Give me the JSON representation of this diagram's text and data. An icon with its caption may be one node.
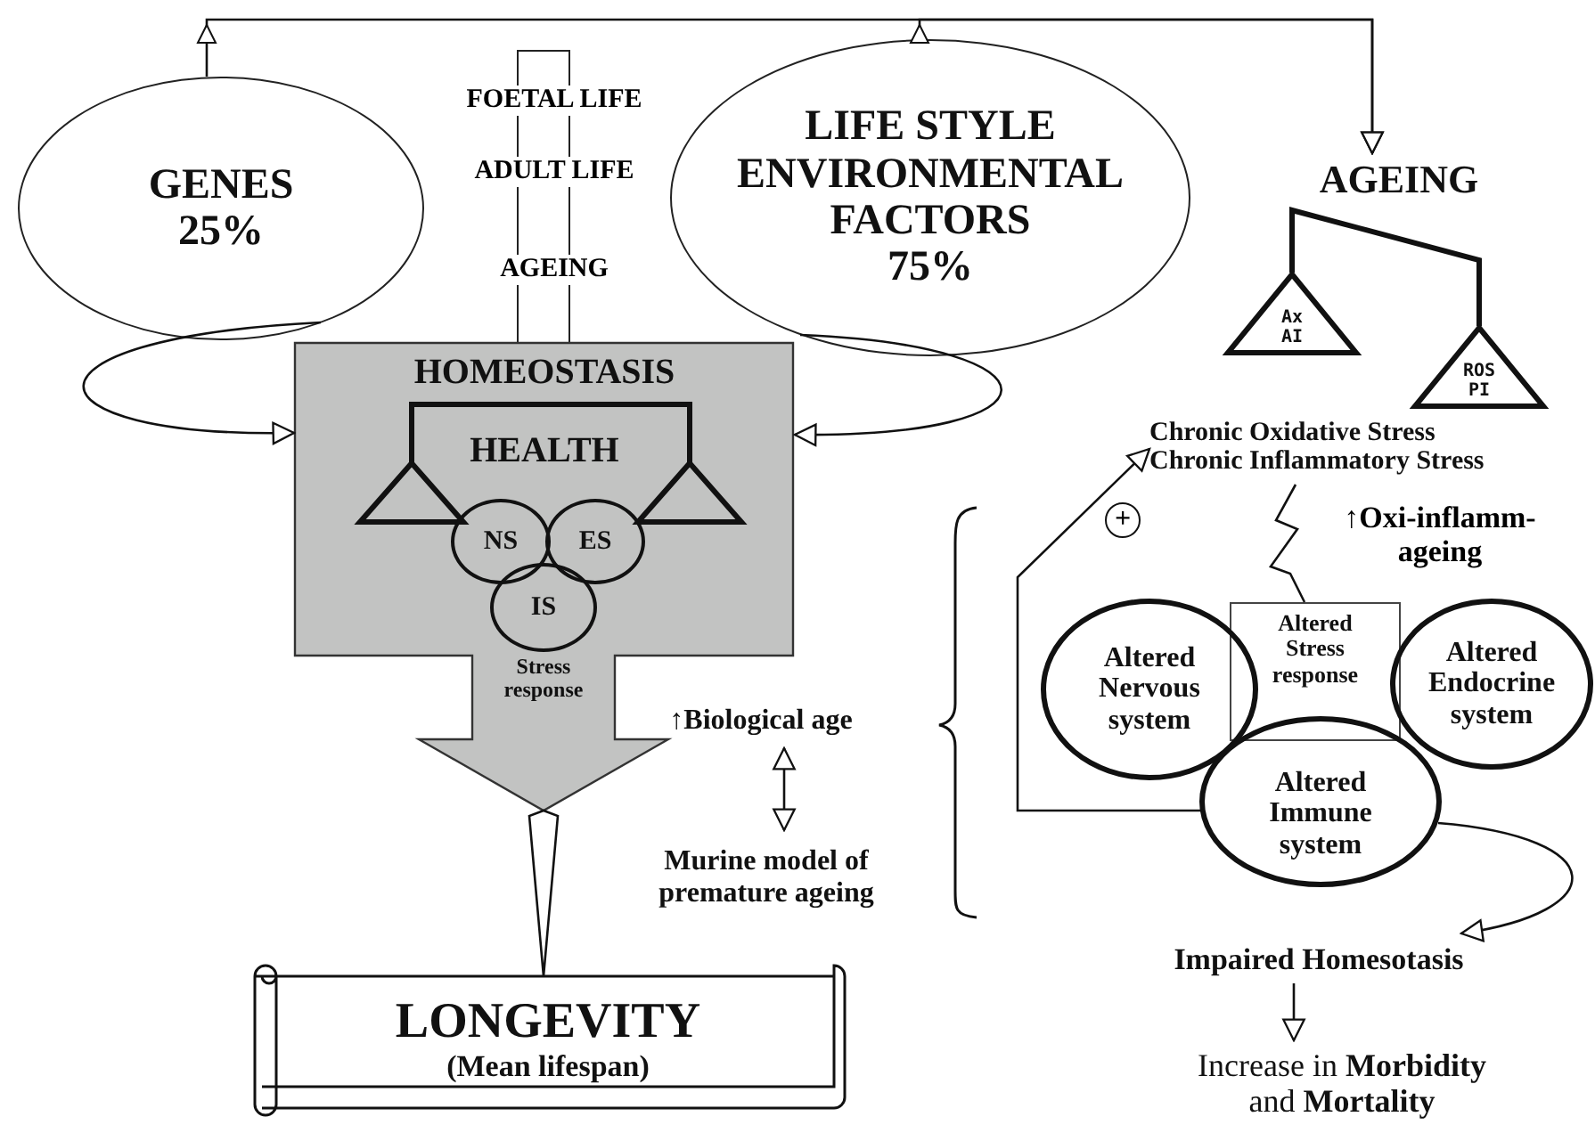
{
  "diagram": {
    "nodes": [
      {
        "text": [
          "GENES",
          "25%"
        ]
      },
      {
        "text": [
          "LIFE STYLE ENVIRONMENTAL FACTORS",
          "75%"
        ]
      },
      {
        "text": [],
        "shape": "bar"
      },
      {
        "text": [
          "AGEING"
        ]
      },
      {
        "text": [
          "Ax AI"
        ]
      },
      {
        "text": [
          "ROS PI"
        ]
      },
      {
        "text": [
          "HOMEOSTASIS",
          "HEALTH",
          "Stress response"
        ]
      },
      {
        "text": [
          "NS"
        ],
        "in": 6
      },
      {
        "text": [
          "ES"
        ],
        "in": 6
      },
      {
        "text": [
          "IS"
        ],
        "in": 6
      },
      {
        "text": [
          "LONGEVITY",
          "(Mean lifespan)"
        ]
      },
      {
        "text": [
          "↑Biological age"
        ]
      },
      {
        "text": [
          "Murine model of premature ageing"
        ]
      },
      {
        "text": [
          "Chronic Oxidative Stress Chronic Inflammatory Stress"
        ]
      },
      {
        "text": [
          "Altered Stress response"
        ]
      },
      {
        "text": [
          "Altered Nervous system"
        ]
      },
      {
        "text": [
          "Altered Endocrine system"
        ]
      },
      {
        "text": [
          "Altered Immune system"
        ]
      },
      {
        "text": [
          "Impaired Homesotasis"
        ]
      },
      {
        "text": [
          "Increase in **Morbidity** and **Mortality**"
        ]
      }
    ],
    "edges": [
      {
        "from": 0,
        "to": 3,
        "arrow": "to"
      },
      {
        "from": 1,
        "to": 3,
        "arrow": "to"
      },
      {
        "from": 0,
        "to": 6,
        "arrow": "to"
      },
      {
        "from": 1,
        "to": 6,
        "arrow": "to"
      },
      {
        "from": 6,
        "to": 10,
        "arrow": "none"
      },
      {
        "from": 11,
        "to": 12,
        "arrow": "both"
      },
      {
        "from": 17,
        "to": 13,
        "arrow": "to",
        "label": "+"
      },
      {
        "from": 13,
        "to": 14,
        "arrow": "none"
      },
      {
        "from": 17,
        "to": 18,
        "arrow": "to"
      },
      {
        "from": 18,
        "to": 19,
        "arrow": "to"
      },
      {
        "from": 4,
        "to": 5,
        "arrow": "none",
        "style": "thick"
      }
    ],
    "labels": [
      "FOETAL LIFE",
      "ADULT LIFE",
      "AGEING",
      "↑Oxi-inflamm-ageing"
    ]
  }
}
